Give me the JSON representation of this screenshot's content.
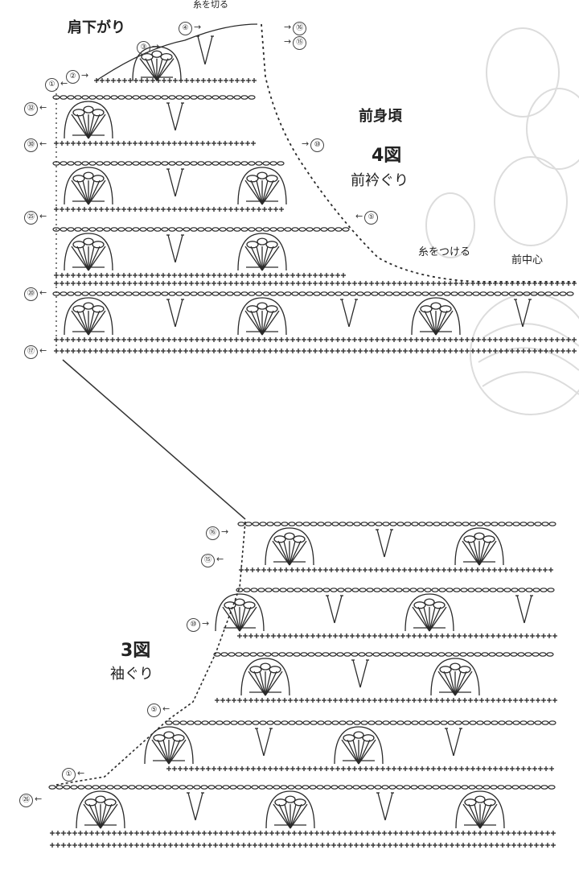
{
  "fig4": {
    "title_num": "4図",
    "title_sub": "前衿ぐり",
    "part_name": "前身頃",
    "shoulder_label": "肩下がり",
    "cut_yarn_label": "糸を切る",
    "join_yarn_label": "糸をつける",
    "center_front_label": "前中心",
    "rows": [
      {
        "mark": "⑯",
        "side": "right"
      },
      {
        "mark": "⑮",
        "side": "right"
      },
      {
        "mark": "④",
        "side": "left"
      },
      {
        "mark": "③",
        "side": "left"
      },
      {
        "mark": "②",
        "side": "left"
      },
      {
        "mark": "①",
        "side": "left"
      },
      {
        "mark": "㉜",
        "side": "left"
      },
      {
        "mark": "㉚",
        "side": "left"
      },
      {
        "mark": "⑩",
        "side": "right"
      },
      {
        "mark": "㉕",
        "side": "left"
      },
      {
        "mark": "⑤",
        "side": "right"
      },
      {
        "mark": "⑳",
        "side": "left"
      },
      {
        "mark": "⑰",
        "side": "left"
      }
    ]
  },
  "fig3": {
    "title_num": "3図",
    "title_sub": "袖ぐり",
    "rows": [
      {
        "mark": "⑯"
      },
      {
        "mark": "⑮"
      },
      {
        "mark": "⑩"
      },
      {
        "mark": "⑤"
      },
      {
        "mark": "①"
      },
      {
        "mark": "㉖"
      }
    ]
  },
  "colors": {
    "ink": "#2a2a2a",
    "faint": "#d9d9d9"
  }
}
